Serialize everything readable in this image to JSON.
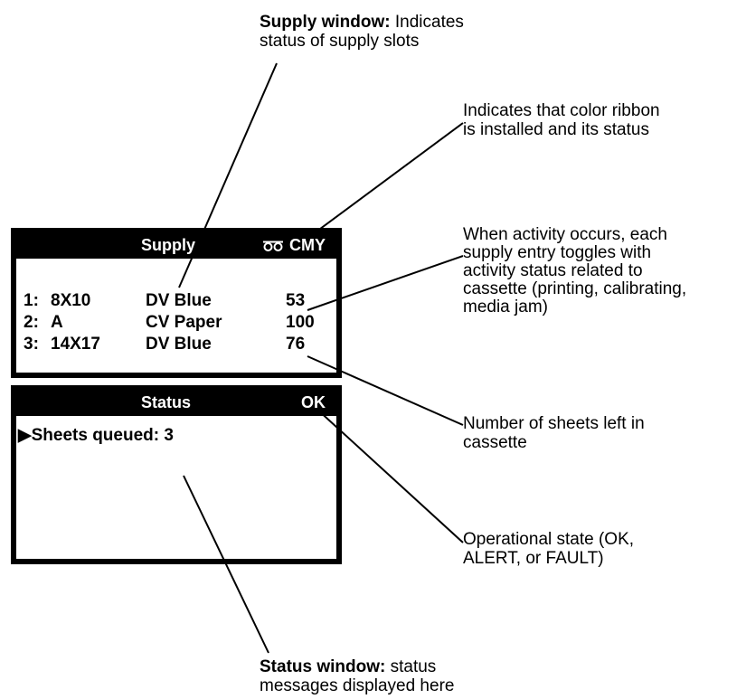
{
  "callouts": {
    "supply_window": {
      "bold": "Supply window:",
      "line1": " Indicates",
      "line2": "status of supply slots"
    },
    "ribbon": {
      "line1": "Indicates that color ribbon",
      "line2": "is installed and its status"
    },
    "activity": {
      "line1": "When activity occurs, each",
      "line2": "supply entry toggles with",
      "line3": "activity status related to",
      "line4": "cassette (printing, calibrating,",
      "line5": "media jam)"
    },
    "sheets_left": {
      "line1": "Number of sheets left in",
      "line2": "cassette"
    },
    "operational": {
      "line1": "Operational state (OK,",
      "line2": "ALERT, or FAULT)"
    },
    "status_window": {
      "bold": "Status window:",
      "line1": " status",
      "line2": "messages displayed here"
    }
  },
  "supply_panel": {
    "title": "Supply",
    "ribbon_icon": "ribbon-icon",
    "ribbon_label": "CMY",
    "rows": [
      {
        "num": "1:",
        "size": "8X10",
        "media": "DV Blue",
        "count": "53"
      },
      {
        "num": "2:",
        "size": "A",
        "media": "CV Paper",
        "count": "100"
      },
      {
        "num": "3:",
        "size": "14X17",
        "media": "DV Blue",
        "count": "76"
      }
    ]
  },
  "status_panel": {
    "title": "Status",
    "state": "OK",
    "message": "▶Sheets queued: 3"
  }
}
